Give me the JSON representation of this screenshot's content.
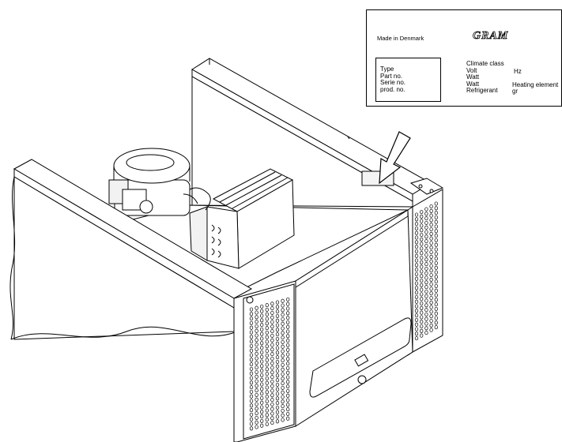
{
  "nameplate": {
    "made_in": "Made in Denmark",
    "brand": "GRAM",
    "left_fields": [
      "Type",
      "Part no.",
      "Serie no.",
      "prod. no."
    ],
    "right_fields": [
      "Climate class",
      "Volt",
      "Watt",
      "Watt",
      "Refrigerant"
    ],
    "units": [
      "Hz",
      "Heating element",
      "gr"
    ]
  }
}
